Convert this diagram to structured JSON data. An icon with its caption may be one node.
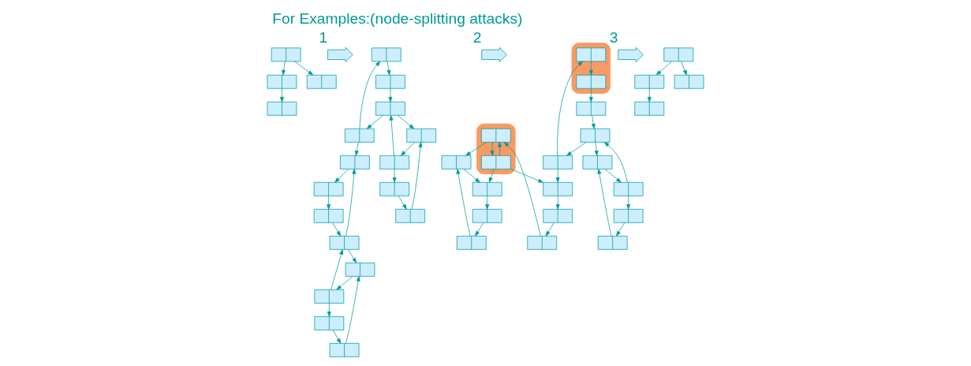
{
  "diagram": {
    "title": "For Examples:(node-splitting attacks)",
    "nodes": [
      {
        "text": [],
        "shape": "box"
      },
      {
        "text": [],
        "shape": "box"
      },
      {
        "text": [],
        "shape": "box"
      },
      {
        "text": [],
        "shape": "box"
      },
      {
        "text": [],
        "shape": "arrow",
        "beside": [
          "1"
        ]
      },
      {
        "text": [],
        "shape": "box"
      },
      {
        "text": [],
        "shape": "box"
      },
      {
        "text": [],
        "shape": "box"
      },
      {
        "text": [],
        "shape": "box"
      },
      {
        "text": [],
        "shape": "box"
      },
      {
        "text": [],
        "shape": "box"
      },
      {
        "text": [],
        "shape": "box"
      },
      {
        "text": [],
        "shape": "box"
      },
      {
        "text": [],
        "shape": "box"
      },
      {
        "text": [],
        "shape": "box"
      },
      {
        "text": [],
        "shape": "box"
      },
      {
        "text": [],
        "shape": "box"
      },
      {
        "text": [],
        "shape": "box"
      },
      {
        "text": [],
        "shape": "box"
      },
      {
        "text": [],
        "shape": "box"
      },
      {
        "text": [],
        "shape": "box"
      },
      {
        "text": [],
        "shape": "arrow",
        "beside": [
          "2"
        ]
      },
      {
        "text": [],
        "shape": "cloud"
      },
      {
        "text": [],
        "shape": "box",
        "in": 22
      },
      {
        "text": [],
        "shape": "box",
        "in": 22
      },
      {
        "text": [],
        "shape": "box"
      },
      {
        "text": [],
        "shape": "box"
      },
      {
        "text": [],
        "shape": "box"
      },
      {
        "text": [],
        "shape": "box"
      },
      {
        "text": [],
        "shape": "box"
      },
      {
        "text": [],
        "shape": "box"
      },
      {
        "text": [],
        "shape": "box"
      },
      {
        "text": [],
        "shape": "box"
      },
      {
        "text": [],
        "shape": "box"
      },
      {
        "text": [],
        "shape": "box"
      },
      {
        "text": [],
        "shape": "cloud"
      },
      {
        "text": [],
        "shape": "box",
        "in": 35
      },
      {
        "text": [],
        "shape": "box",
        "in": 35
      },
      {
        "text": [],
        "shape": "box"
      },
      {
        "text": [],
        "shape": "box"
      },
      {
        "text": [],
        "shape": "box"
      },
      {
        "text": [],
        "shape": "box"
      },
      {
        "text": [],
        "shape": "arrow",
        "beside": [
          "3"
        ]
      },
      {
        "text": [],
        "shape": "box"
      },
      {
        "text": [],
        "shape": "box"
      },
      {
        "text": [],
        "shape": "box"
      },
      {
        "text": [],
        "shape": "box"
      }
    ],
    "edges": [
      {
        "from": 0,
        "to": 1,
        "arrow": "to"
      },
      {
        "from": 0,
        "to": 2,
        "arrow": "to"
      },
      {
        "from": 1,
        "to": 3,
        "arrow": "to"
      },
      {
        "from": 5,
        "to": 6,
        "arrow": "to"
      },
      {
        "from": 7,
        "to": 5,
        "arrow": "to"
      },
      {
        "from": 6,
        "to": 8,
        "arrow": "to"
      },
      {
        "from": 8,
        "to": 7,
        "arrow": "to"
      },
      {
        "from": 7,
        "to": 13,
        "arrow": "to"
      },
      {
        "from": 8,
        "to": 9,
        "arrow": "to"
      },
      {
        "from": 11,
        "to": 8,
        "arrow": "to"
      },
      {
        "from": 9,
        "to": 11,
        "arrow": "to"
      },
      {
        "from": 10,
        "to": 9,
        "arrow": "to"
      },
      {
        "from": 12,
        "to": 10,
        "arrow": "to"
      },
      {
        "from": 11,
        "to": 12,
        "arrow": "to"
      },
      {
        "from": 13,
        "to": 15,
        "arrow": "to"
      },
      {
        "from": 14,
        "to": 13,
        "arrow": "to"
      },
      {
        "from": 15,
        "to": 16,
        "arrow": "to"
      },
      {
        "from": 16,
        "to": 14,
        "arrow": "to"
      },
      {
        "from": 14,
        "to": 17,
        "arrow": "to"
      },
      {
        "from": 19,
        "to": 14,
        "arrow": "to"
      },
      {
        "from": 17,
        "to": 19,
        "arrow": "to"
      },
      {
        "from": 18,
        "to": 17,
        "arrow": "to"
      },
      {
        "from": 20,
        "to": 18,
        "arrow": "to"
      },
      {
        "from": 19,
        "to": 20,
        "arrow": "to"
      },
      {
        "from": 26,
        "to": 23,
        "arrow": "to"
      },
      {
        "from": 23,
        "to": 24,
        "arrow": "to"
      },
      {
        "from": 24,
        "to": 25,
        "arrow": "to"
      },
      {
        "from": 25,
        "to": 27,
        "arrow": "to"
      },
      {
        "from": 27,
        "to": 26,
        "arrow": "to"
      },
      {
        "from": 26,
        "to": 32,
        "arrow": "to"
      },
      {
        "from": 27,
        "to": 28,
        "arrow": "to"
      },
      {
        "from": 30,
        "to": 27,
        "arrow": "to"
      },
      {
        "from": 28,
        "to": 30,
        "arrow": "to"
      },
      {
        "from": 29,
        "to": 28,
        "arrow": "to"
      },
      {
        "from": 31,
        "to": 29,
        "arrow": "to"
      },
      {
        "from": 30,
        "to": 31,
        "arrow": "to"
      },
      {
        "from": 32,
        "to": 33,
        "arrow": "to"
      },
      {
        "from": 33,
        "to": 34,
        "arrow": "to"
      },
      {
        "from": 34,
        "to": 36,
        "arrow": "to"
      },
      {
        "from": 36,
        "to": 37,
        "arrow": "to"
      },
      {
        "from": 37,
        "to": 36,
        "arrow": "to"
      },
      {
        "from": 37,
        "to": 32,
        "arrow": "to"
      },
      {
        "from": 36,
        "to": 38,
        "arrow": "to"
      },
      {
        "from": 37,
        "to": 40,
        "arrow": "to"
      },
      {
        "from": 38,
        "to": 40,
        "arrow": "to"
      },
      {
        "from": 39,
        "to": 38,
        "arrow": "to"
      },
      {
        "from": 41,
        "to": 39,
        "arrow": "to"
      },
      {
        "from": 40,
        "to": 41,
        "arrow": "to"
      },
      {
        "from": 43,
        "to": 44,
        "arrow": "to"
      },
      {
        "from": 43,
        "to": 45,
        "arrow": "to"
      },
      {
        "from": 44,
        "to": 46,
        "arrow": "to"
      }
    ]
  }
}
